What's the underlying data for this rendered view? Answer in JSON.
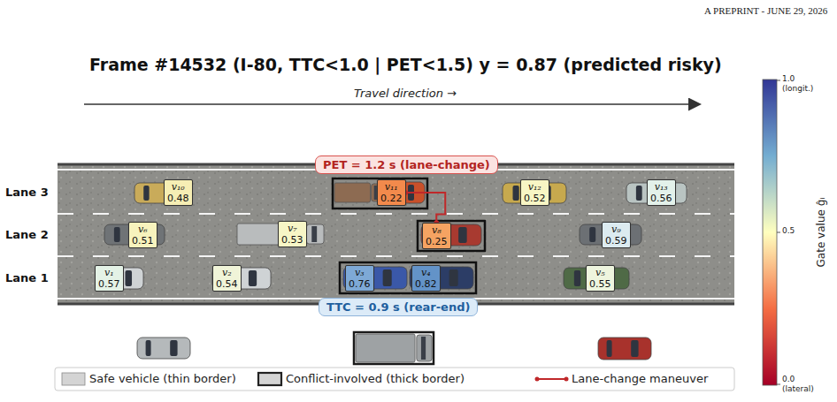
{
  "diagram": {
    "title": "Frame #14532 (I-80, TTC<1.0 | PET<1.5) y = 0.87 (predicted risky)",
    "nodes": [
      {
        "text": [
          "PET = 1.2 s (lane-change)"
        ]
      },
      {
        "text": [
          "v₁₀",
          "0.48"
        ]
      },
      {
        "text": [
          "v₁₁",
          "0.22"
        ]
      },
      {
        "text": [
          "v₁₂",
          "0.52"
        ]
      },
      {
        "text": [
          "v₁₃",
          "0.56"
        ]
      },
      {
        "text": [
          "v₆",
          "0.51"
        ]
      },
      {
        "text": [
          "v₇",
          "0.53"
        ]
      },
      {
        "text": [
          "v₈",
          "0.25"
        ]
      },
      {
        "text": [
          "v₉",
          "0.59"
        ]
      },
      {
        "text": [
          "v₁",
          "0.57"
        ]
      },
      {
        "text": [
          "v₂",
          "0.54"
        ]
      },
      {
        "text": [
          "v₃",
          "0.76"
        ]
      },
      {
        "text": [
          "v₄",
          "0.82"
        ]
      },
      {
        "text": [
          "v₅",
          "0.55"
        ]
      },
      {
        "text": [
          "TTC = 0.9 s (rear-end)"
        ]
      }
    ],
    "edges": [
      {
        "from": 2,
        "to": 7,
        "arrow": "none"
      }
    ],
    "labels": [
      "A PREPRINT - JUNE 29, 2026",
      "Travel direction →",
      "Lane 3",
      "Lane 2",
      "Lane 1",
      "1.0 (longit.)",
      "0.5",
      "0.0 (lateral)",
      "Gate value ĝᵢ"
    ],
    "legend": [
      {
        "text": "Safe vehicle (thin border)"
      },
      {
        "text": "Conflict-involved (thick border)"
      },
      {
        "text": "Lane-change maneuver"
      }
    ]
  }
}
